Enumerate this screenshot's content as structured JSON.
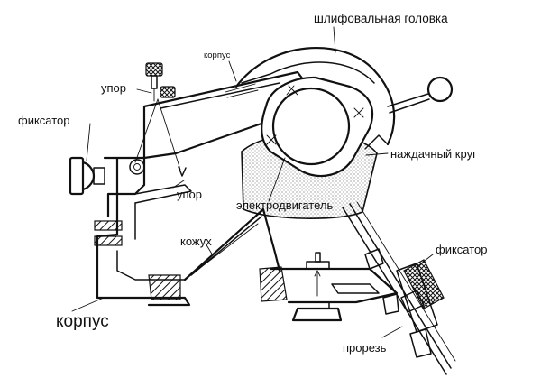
{
  "labels": {
    "grinding_head": "шлифовальная головка",
    "housing_small": "корпус",
    "stop_top": "упор",
    "clamp_left": "фиксатор",
    "grinding_wheel": "наждачный круг",
    "stop_bottom": "упор",
    "electric_motor": "электродвигатель",
    "casing": "кожух",
    "clamp_right": "фиксатор",
    "housing_big": "корпус",
    "slot": "прорезь"
  }
}
